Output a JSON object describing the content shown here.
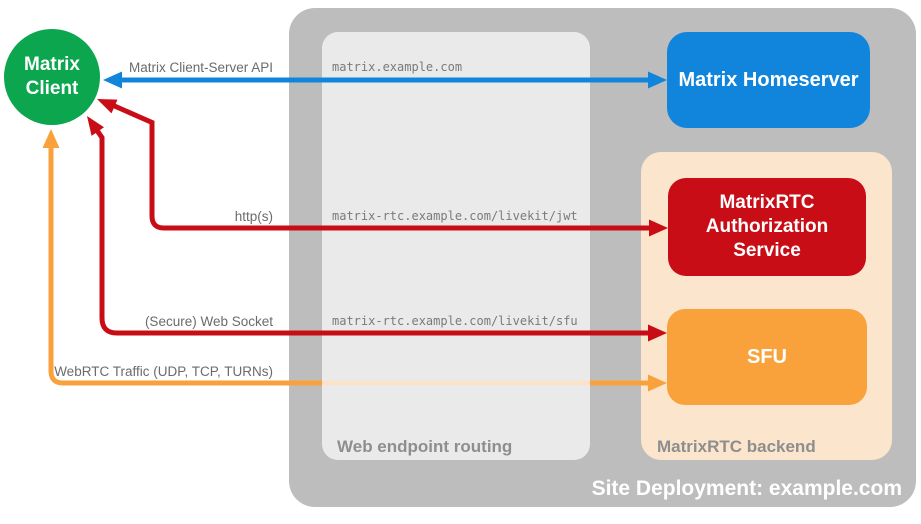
{
  "diagram_title": "Site Deployment: example.com",
  "colors": {
    "client_green": "#0ca64f",
    "homeserver_blue": "#1185db",
    "service_red": "#c90d16",
    "sfu_orange": "#f9a23c",
    "backend_peach": "#fbe5cc",
    "container_gray": "#bdbdbd",
    "routing_gray": "#e9e9e9",
    "label_gray": "#6b6b6b",
    "white": "#ffffff"
  },
  "nodes": {
    "matrix_client": {
      "label": "Matrix Client"
    },
    "matrix_homeserver": {
      "label": "Matrix Homeserver"
    },
    "authorization_service": {
      "label": "MatrixRTC Authorization Service"
    },
    "sfu": {
      "label": "SFU"
    }
  },
  "containers": {
    "site_deployment": {
      "label": "Site Deployment: example.com"
    },
    "web_endpoint_routing": {
      "label": "Web endpoint routing"
    },
    "matrixrtc_backend": {
      "label": "MatrixRTC backend"
    }
  },
  "connections": [
    {
      "name": "matrix-client-server-api",
      "label": "Matrix Client-Server API",
      "route": "matrix.example.com",
      "color": "#1185db",
      "from": "Matrix Client",
      "to": "Matrix Homeserver",
      "bidirectional": true
    },
    {
      "name": "https",
      "label": "http(s)",
      "route": "matrix-rtc.example.com/livekit/jwt",
      "color": "#c90d16",
      "from": "Matrix Client",
      "to": "MatrixRTC Authorization Service",
      "bidirectional": true
    },
    {
      "name": "secure-web-socket",
      "label": "(Secure) Web Socket",
      "route": "matrix-rtc.example.com/livekit/sfu",
      "color": "#c90d16",
      "from": "Matrix Client",
      "to": "SFU",
      "bidirectional": true
    },
    {
      "name": "webrtc-traffic",
      "label": "WebRTC Traffic (UDP, TCP, TURNs)",
      "route": "",
      "color": "#f9a23c",
      "from": "Matrix Client",
      "to": "SFU",
      "bidirectional": true
    }
  ]
}
